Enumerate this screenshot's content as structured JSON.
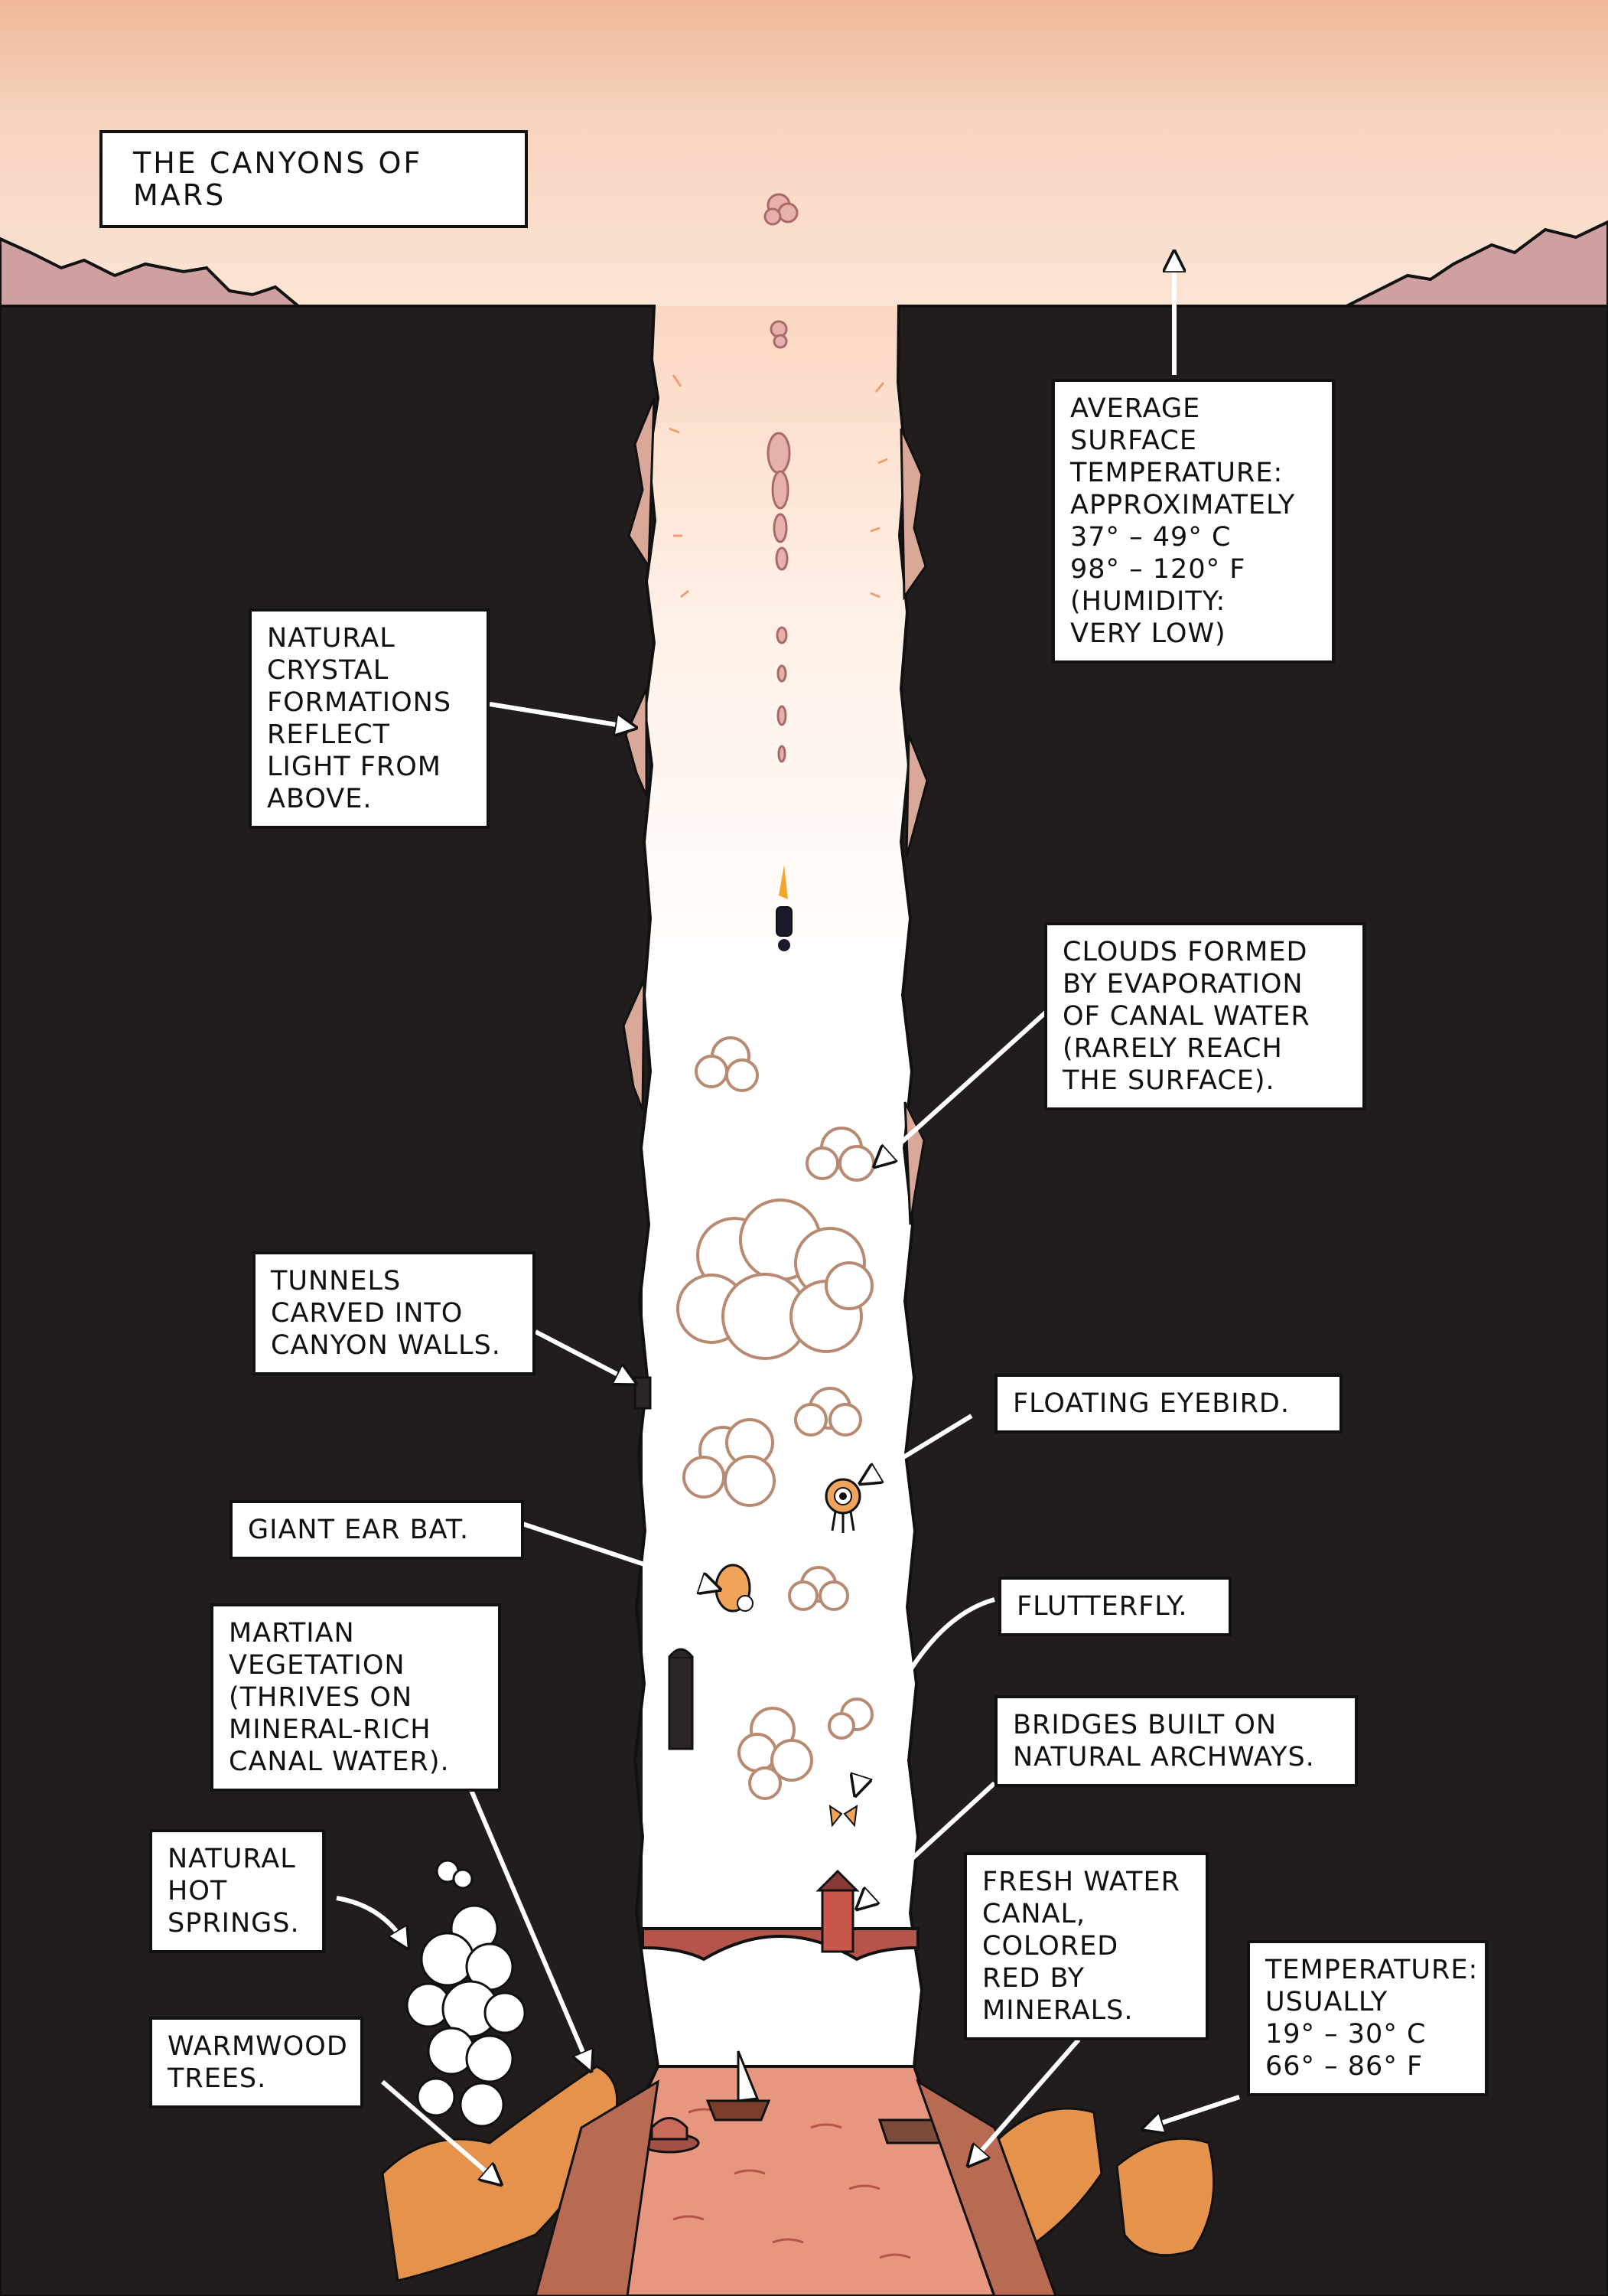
{
  "title": "THE CANYONS OF MARS",
  "labels": {
    "surface_temp": "AVERAGE\nSURFACE\nTEMPERATURE:\nAPPROXIMATELY\n37° – 49° C\n98° – 120° F\n(HUMIDITY:\nVERY LOW)",
    "crystals": "NATURAL\nCRYSTAL\nFORMATIONS\nREFLECT\nLIGHT FROM\nABOVE.",
    "clouds": "CLOUDS FORMED\nBY EVAPORATION\nOF CANAL WATER\n(RARELY REACH\nTHE SURFACE).",
    "tunnels": "TUNNELS\nCARVED INTO\nCANYON WALLS.",
    "eyebird": "FLOATING EYEBIRD.",
    "ear_bat": "GIANT EAR BAT.",
    "flutterfly": "FLUTTERFLY.",
    "vegetation": "MARTIAN\nVEGETATION\n(THRIVES ON\nMINERAL-RICH\nCANAL WATER).",
    "bridges": "BRIDGES BUILT ON\nNATURAL ARCHWAYS.",
    "hot_springs": "NATURAL\nHOT\nSPRINGS.",
    "fresh_water": "FRESH WATER\nCANAL,\nCOLORED\nRED BY\nMINERALS.",
    "canal_temp": "TEMPERATURE:\nUSUALLY\n19° – 30° C\n66° – 86° F",
    "warmwood": "WARMWOOD\nTREES."
  },
  "colors": {
    "sky": "#f2c0a2",
    "glow": "#fffaf5",
    "rock": "#221d1d",
    "crystal": "#d9a898",
    "mountains": "#cfa0a0",
    "canal": "#e79680",
    "foliage": "#e5924d",
    "cloud_outline": "#b98a72"
  }
}
